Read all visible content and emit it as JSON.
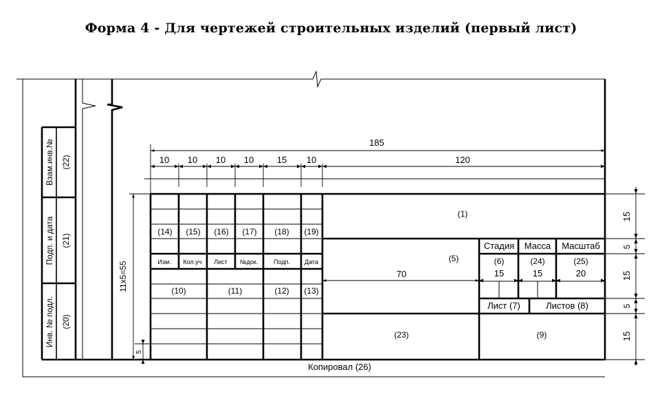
{
  "title": "Форма 4 - Для чертежей строительных изделий (первый лист)",
  "side_column": {
    "header": [
      "Взам.инв.№",
      "Подп. и дата",
      "Инв. № подл."
    ],
    "fields": [
      "(22)",
      "(21)",
      "(20)"
    ]
  },
  "dimensions": {
    "total_width": "185",
    "column_widths": [
      "10",
      "10",
      "10",
      "10",
      "15",
      "10",
      "120"
    ],
    "right_section": "70",
    "row_height_total": "11x5=55",
    "row_height_single": "5",
    "right_heights": [
      "15",
      "5",
      "15",
      "5",
      "15"
    ]
  },
  "revision_fields": [
    "(14)",
    "(15)",
    "(16)",
    "(17)",
    "(18)",
    "(19)"
  ],
  "revision_headers": [
    "Изм.",
    "Кол.уч",
    "Лист",
    "№док.",
    "Подп.",
    "Дата"
  ],
  "signature_fields": [
    "(10)",
    "(11)",
    "(12)",
    "(13)"
  ],
  "main_fields": {
    "designation": "(1)",
    "name": "(5)",
    "org": "(23)",
    "material": "(9)"
  },
  "stage_headers": [
    "Стадия",
    "Масса",
    "Масштаб"
  ],
  "stage_fields": [
    "(6)",
    "(24)",
    "(25)"
  ],
  "stage_widths": [
    "15",
    "15",
    "20"
  ],
  "sheet_label": "Лист (7)",
  "sheets_label": "Листов (8)",
  "copied_by": "Копировал (26)"
}
